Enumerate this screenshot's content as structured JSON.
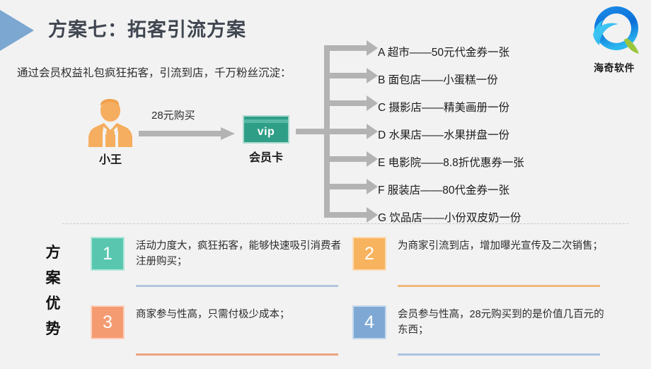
{
  "header": {
    "title": "方案七：拓客引流方案",
    "subtitle": "通过会员权益礼包疯狂拓客，引流到店，千万粉丝沉淀：",
    "chevron_color": "#7ba7d1"
  },
  "logo": {
    "text": "海奇软件",
    "icon_name": "haiqi-q-logo",
    "color_dark": "#0a6fd8",
    "color_light": "#35c3f2",
    "color_accent": "#9bc63b"
  },
  "flow": {
    "person": {
      "icon_name": "businessman-icon",
      "label": "小王",
      "color": "#f5ae5f"
    },
    "buy": {
      "label": "28元购买",
      "arrow_color": "#b3b3b3"
    },
    "card": {
      "badge_text": "vip",
      "label": "会员卡",
      "color": "#2e9e87",
      "stripe_color": "#57b9a4",
      "border_color": "#a9d8cd"
    },
    "connector_color": "#b3b3b3"
  },
  "benefits": [
    {
      "key": "A",
      "text": "A 超市——50元代金券一张"
    },
    {
      "key": "B",
      "text": "B 面包店——小蛋糕一份"
    },
    {
      "key": "C",
      "text": "C 摄影店——精美画册一份"
    },
    {
      "key": "D",
      "text": "D 水果店——水果拼盘一份"
    },
    {
      "key": "E",
      "text": "E 电影院——8.8折优惠券一张"
    },
    {
      "key": "F",
      "text": "F 服装店——80代金券一张"
    },
    {
      "key": "G",
      "text": "G 饮品店——小份双皮奶一份"
    }
  ],
  "advantages": {
    "title_chars": [
      "方",
      "案",
      "优",
      "势"
    ],
    "items": [
      {
        "number": "1",
        "text": "活动力度大，疯狂拓客，能够快速吸引消费者注册购买；",
        "badge_color": "#59c7b0",
        "rule_color": "#b3c6dd"
      },
      {
        "number": "2",
        "text": "为商家引流到店，增加曝光宣传及二次销售；",
        "badge_color": "#f8b35e",
        "rule_color": "#f0b97a"
      },
      {
        "number": "3",
        "text": "商家参与性高，只需付极少成本；",
        "badge_color": "#f59b72",
        "rule_color": "#f0a27e"
      },
      {
        "number": "4",
        "text": "会员参与性高，28元购买到的是价值几百元的东西；",
        "badge_color": "#7fa9d4",
        "rule_color": "#aac4e0"
      }
    ]
  }
}
